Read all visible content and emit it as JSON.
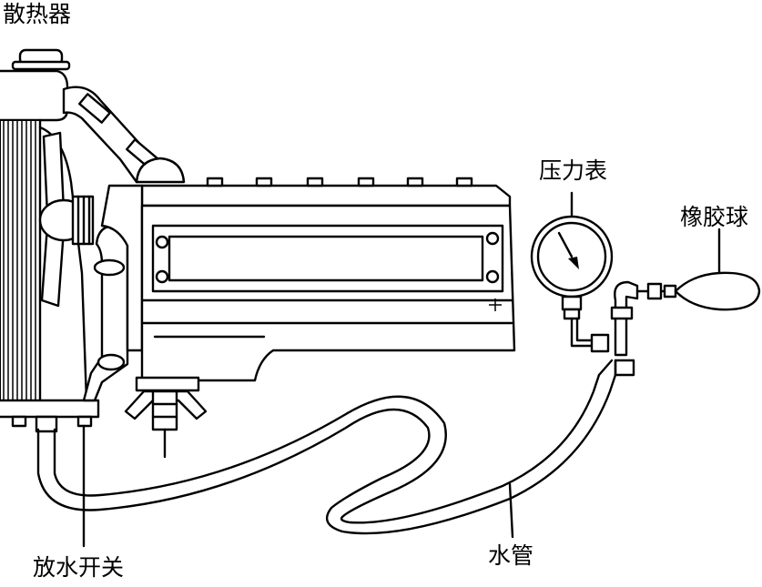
{
  "labels": {
    "radiator": "散热器",
    "pressure_gauge": "压力表",
    "rubber_bulb": "橡胶球",
    "drain_switch": "放水开关",
    "water_pipe": "水管"
  },
  "colors": {
    "ink": "#000000",
    "background": "#ffffff"
  }
}
